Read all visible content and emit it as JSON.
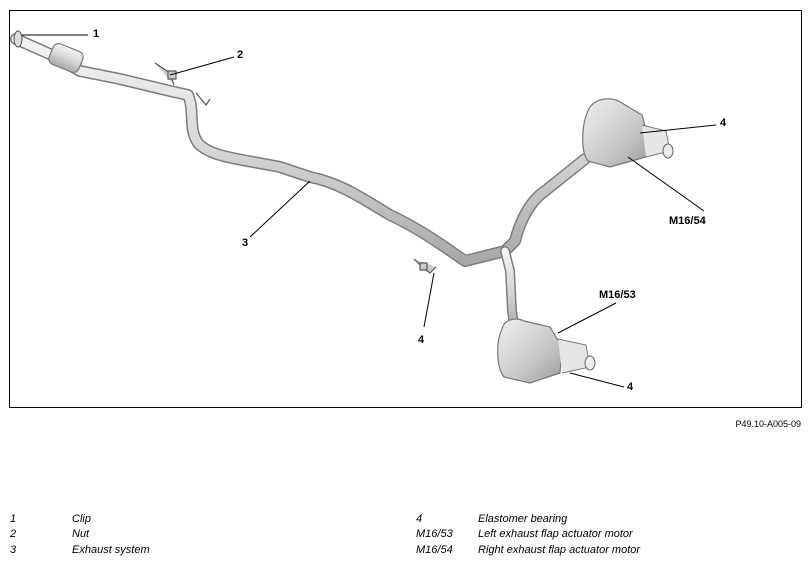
{
  "figure": {
    "reference": "P49.10-A005-09",
    "callouts": [
      "1",
      "2",
      "3",
      "4",
      "4",
      "4",
      "M16/53",
      "M16/54"
    ]
  },
  "legend": {
    "left": [
      {
        "num": "1",
        "label": "Clip"
      },
      {
        "num": "2",
        "label": "Nut"
      },
      {
        "num": "3",
        "label": "Exhaust system"
      }
    ],
    "right": [
      {
        "num": "4",
        "label": "Elastomer bearing"
      },
      {
        "num": "M16/53",
        "label": "Left exhaust flap actuator motor"
      },
      {
        "num": "M16/54",
        "label": "Right exhaust flap actuator motor"
      }
    ]
  }
}
